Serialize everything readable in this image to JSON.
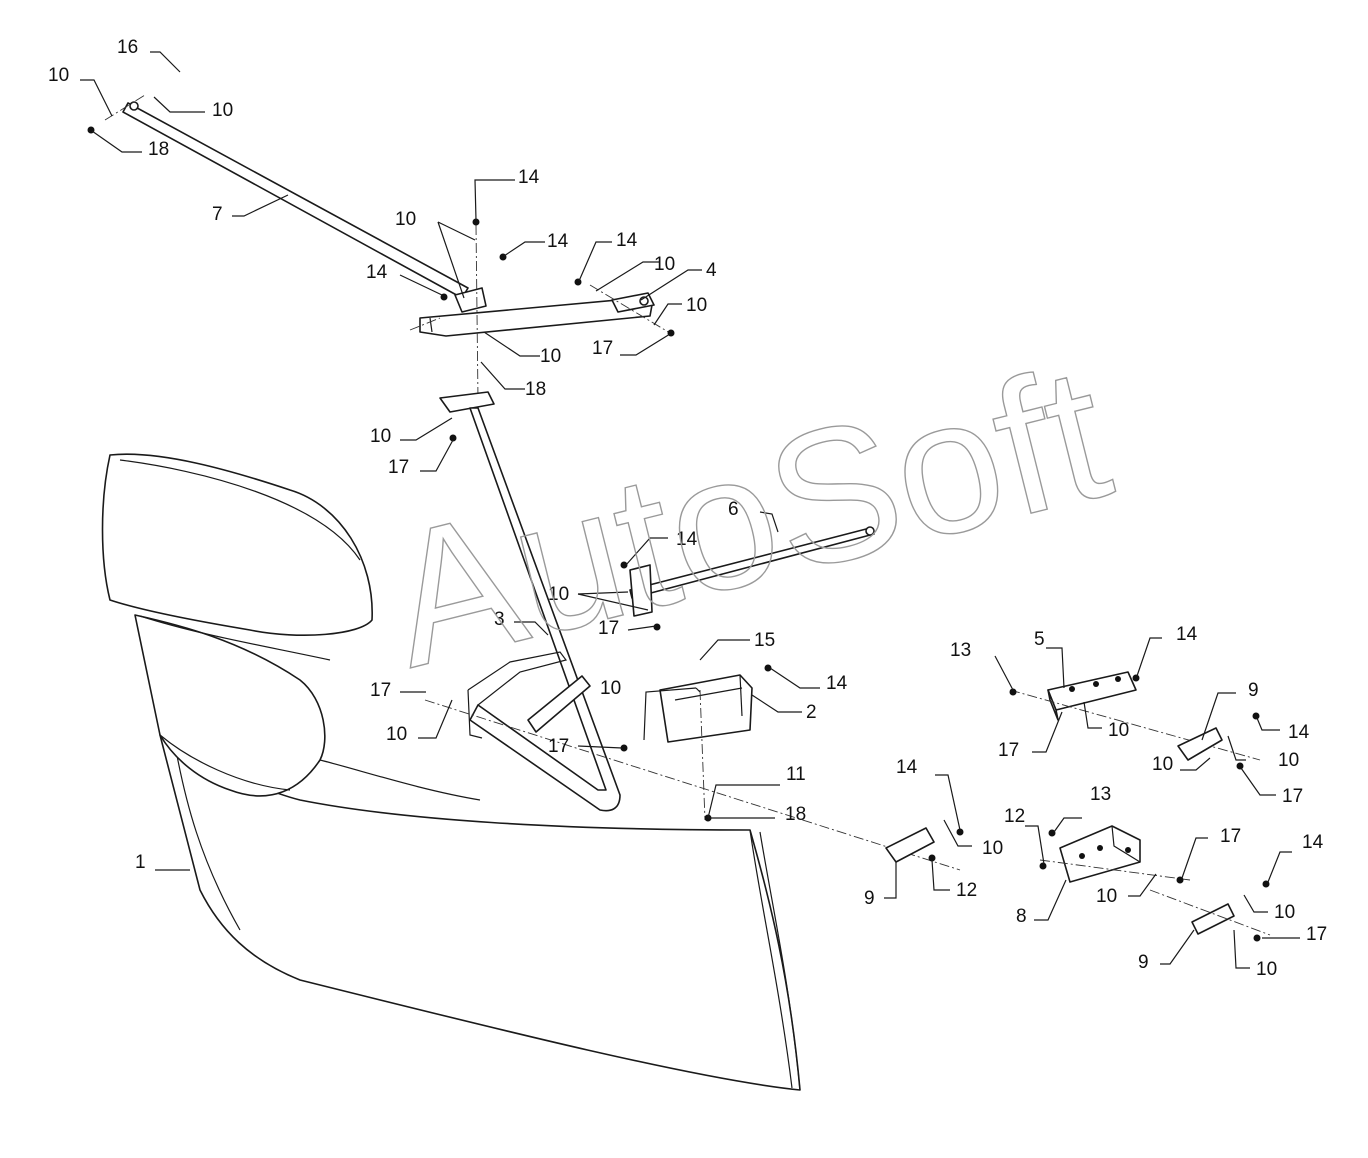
{
  "watermark": "AutoSoft",
  "callouts": {
    "c16": "16",
    "c10a": "10",
    "c10b": "10",
    "c18a": "18",
    "c7": "7",
    "c14a": "14",
    "c10c": "10",
    "c14b": "14",
    "c14c": "14",
    "c14d": "14",
    "c10d": "10",
    "c4": "4",
    "c10e": "10",
    "c17a": "17",
    "c10f": "10",
    "c18b": "18",
    "c10g": "10",
    "c17b": "17",
    "c6": "6",
    "c14e": "14",
    "c10h": "10",
    "c17c": "17",
    "c3": "3",
    "c15": "15",
    "c10i": "10",
    "c14f": "14",
    "c17d": "17",
    "c10j": "10",
    "c2": "2",
    "c17e": "17",
    "c11": "11",
    "c18c": "18",
    "c13a": "13",
    "c5": "5",
    "c14g": "14",
    "c9a": "9",
    "c17f": "17",
    "c10k": "10",
    "c14h": "14",
    "c10l": "10",
    "c10m": "10",
    "c17g": "17",
    "c14i": "14",
    "c10n": "10",
    "c12a": "12",
    "c9b": "9",
    "c12b": "12",
    "c13b": "13",
    "c17h": "17",
    "c14j": "14",
    "c8": "8",
    "c10o": "10",
    "c10p": "10",
    "c9c": "9",
    "c17i": "17",
    "c10q": "10",
    "c1": "1"
  }
}
